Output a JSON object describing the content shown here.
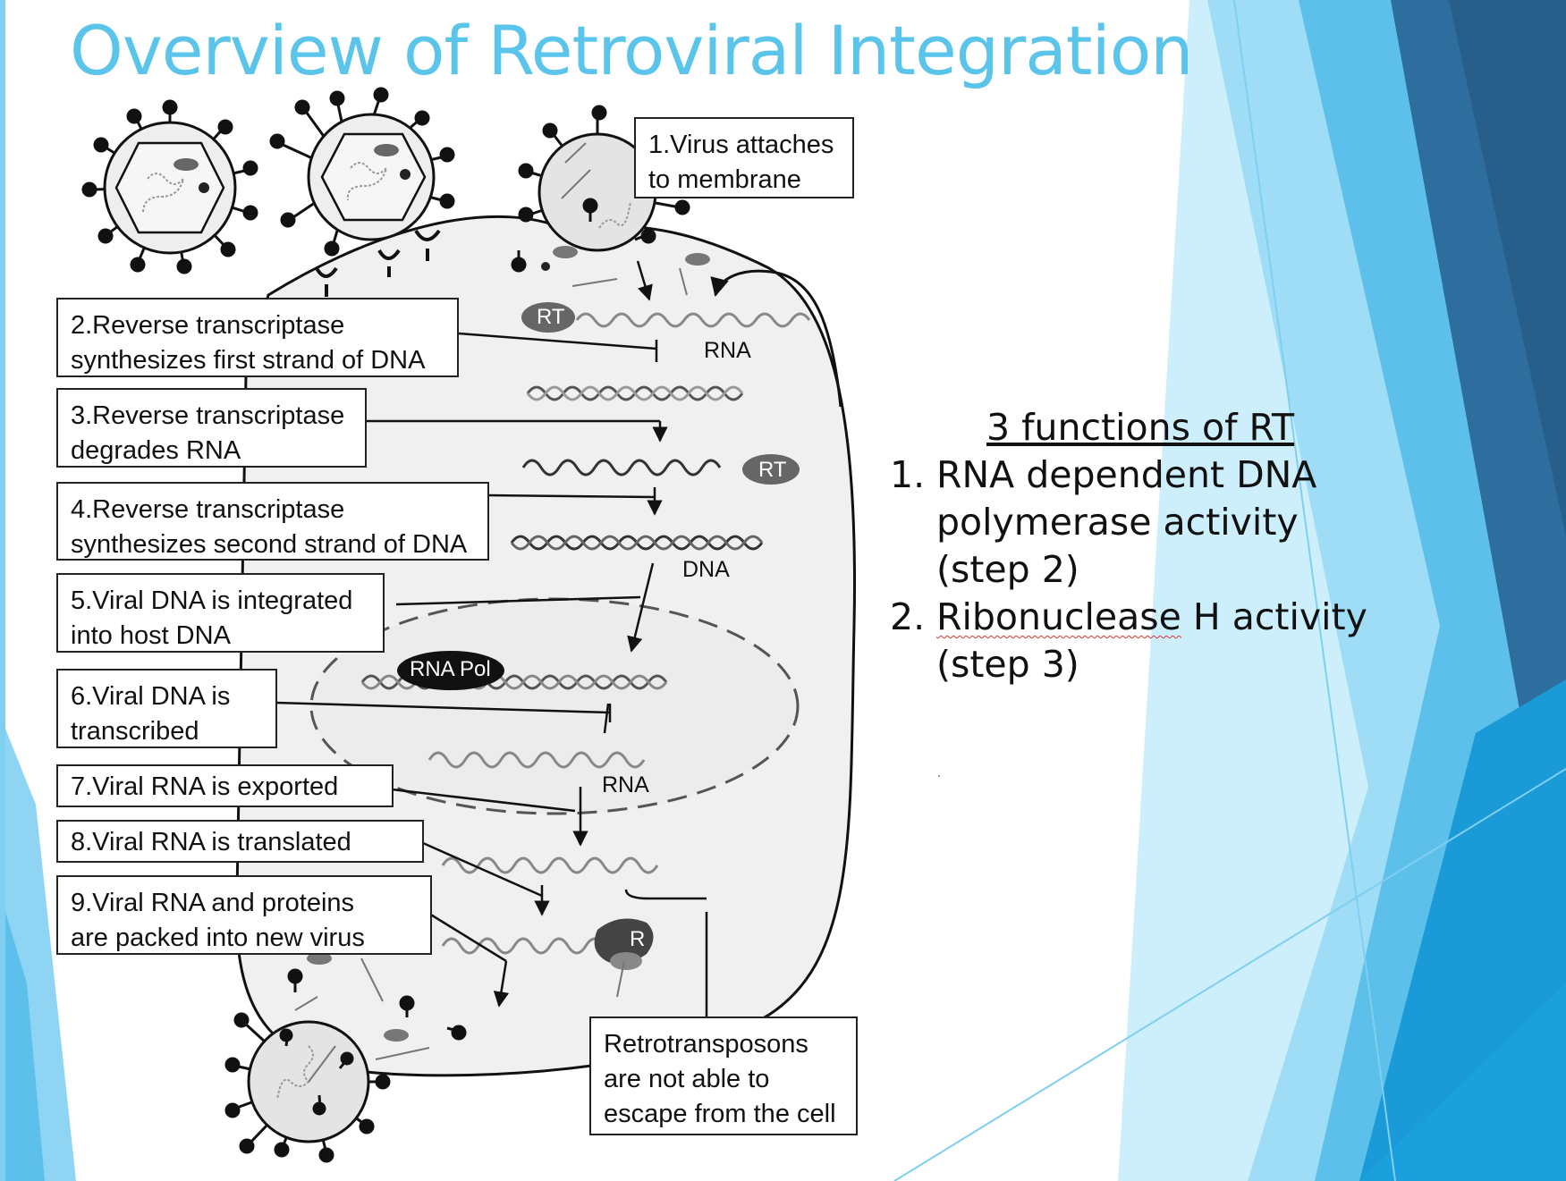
{
  "slide": {
    "title": "Overview of Retroviral Integration"
  },
  "diagram": {
    "steps": [
      {
        "lines": [
          "1.Virus attaches",
          "to membrane"
        ]
      },
      {
        "lines": [
          "2.Reverse transcriptase",
          "synthesizes first strand of DNA"
        ]
      },
      {
        "lines": [
          "3.Reverse transcriptase",
          "degrades RNA"
        ]
      },
      {
        "lines": [
          "4.Reverse transcriptase",
          "synthesizes second strand of DNA"
        ]
      },
      {
        "lines": [
          "5.Viral DNA is integrated",
          "into host DNA"
        ]
      },
      {
        "lines": [
          "6.Viral DNA is",
          "transcribed"
        ]
      },
      {
        "lines": [
          "7.Viral RNA is exported"
        ]
      },
      {
        "lines": [
          "8.Viral RNA is translated"
        ]
      },
      {
        "lines": [
          "9.Viral RNA and proteins",
          "are packed into new virus"
        ]
      }
    ],
    "retrotransposon_note": [
      "Retrotransposons",
      "are not able to",
      "escape from the cell"
    ],
    "labels": {
      "rt_1": "RT",
      "rt_2": "RT",
      "rna_1": "RNA",
      "dna": "DNA",
      "rna_pol": "RNA Pol",
      "rna_2": "RNA",
      "ribosome": "R"
    }
  },
  "rt_functions": {
    "heading": "3 functions of RT",
    "items": [
      {
        "number": "1.",
        "lines": [
          "RNA dependent DNA",
          "polymerase activity",
          "(step 2)"
        ]
      },
      {
        "number": "2.",
        "first_word": "Ribonuclease",
        "lines_rest": " H activity",
        "lines": [
          "(step 3)"
        ]
      }
    ]
  },
  "colors": {
    "title": "#5bc4ea",
    "cell_fill": "#f0f0f0",
    "organelle_gray": "#6a6a6a",
    "accent_dark_blue": "#2e6e9e",
    "accent_light_blue": "#8fd4f2"
  }
}
